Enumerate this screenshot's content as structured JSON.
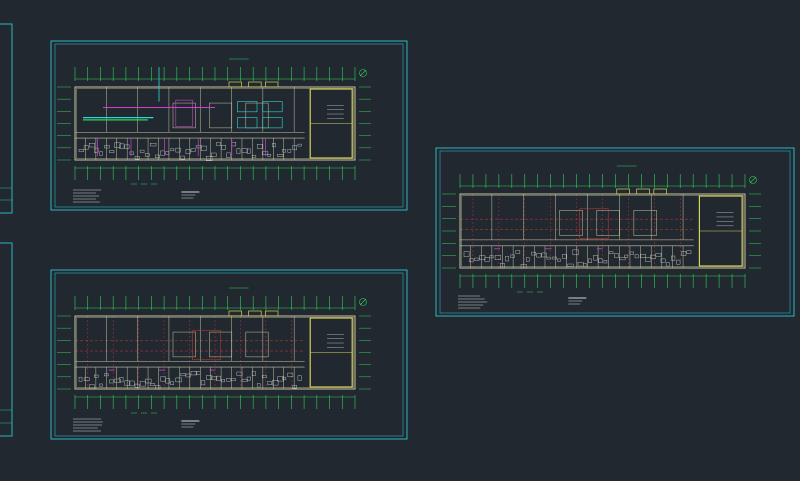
{
  "app": {
    "view": "model-space"
  },
  "colors": {
    "background": "#212830",
    "frame": "#2ab3bf",
    "grid_line": "#2fd35a",
    "wall": "#c8c6a0",
    "stair": "#d8d35a",
    "axis_red": "#d23a3a",
    "pipe_magenta": "#d13fd1",
    "pipe_cyan": "#2fd6d6",
    "text_white": "#cfd6d6"
  },
  "sheets": [
    {
      "id": "left-partial-top",
      "kind": "partial"
    },
    {
      "id": "left-partial-bottom",
      "kind": "partial"
    },
    {
      "id": "floor-plan-1",
      "kind": "floor-plan",
      "variant": "mechanical"
    },
    {
      "id": "floor-plan-2",
      "kind": "floor-plan",
      "variant": "architectural"
    },
    {
      "id": "floor-plan-3",
      "kind": "floor-plan",
      "variant": "architectural"
    }
  ]
}
